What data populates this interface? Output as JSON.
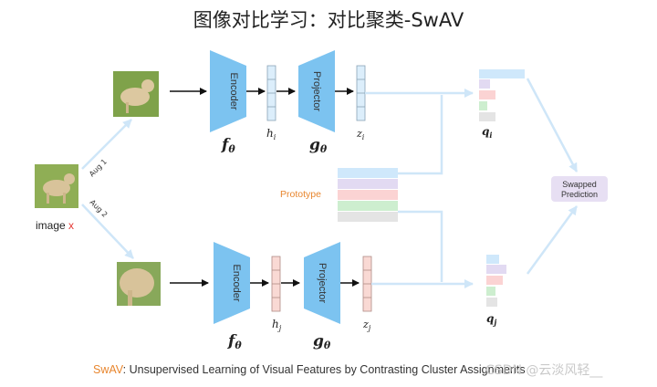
{
  "title": "图像对比学习：对比聚类-SwAV",
  "image_label": {
    "text": "image",
    "var": "x"
  },
  "aug1": "Aug 1",
  "aug2": "Aug 2",
  "encoder_label": "Encoder",
  "projector_label": "Projector",
  "f_theta": {
    "base": "f",
    "sub": "θ"
  },
  "g_theta": {
    "base": "g",
    "sub": "θ"
  },
  "h_i": {
    "base": "h",
    "sub": "i"
  },
  "h_j": {
    "base": "h",
    "sub": "j"
  },
  "z_i": {
    "base": "z",
    "sub": "i"
  },
  "z_j": {
    "base": "z",
    "sub": "j"
  },
  "q_i": {
    "base": "q",
    "sub": "i"
  },
  "q_j": {
    "base": "q",
    "sub": "j"
  },
  "prototype_label": "Prototype",
  "swapped_prediction": {
    "line1": "Swapped",
    "line2": "Prediction"
  },
  "caption": {
    "accent": "SwAV",
    "rest": ": Unsupervised Learning of Visual Features by Contrasting Cluster Assignments"
  },
  "watermark": "CSDN @云淡风轻__",
  "colors": {
    "encoder_blue": "#7cc3f0",
    "feature_blue": "#dceefb",
    "feature_pink": "#f9d9d4",
    "arrow_light": "#cfe6f8",
    "accent_orange": "#e8862e",
    "image_x_red": "#e53935",
    "prototype_rows": [
      "#cfe8fb",
      "#e2daf2",
      "#fbd3d3",
      "#cdeecf",
      "#e4e4e4"
    ],
    "swapped_box": "#e7dff3",
    "grass": "#7fa24a",
    "dog": "#d8c39a"
  },
  "icons": [
    "dog-photo",
    "arrow"
  ]
}
